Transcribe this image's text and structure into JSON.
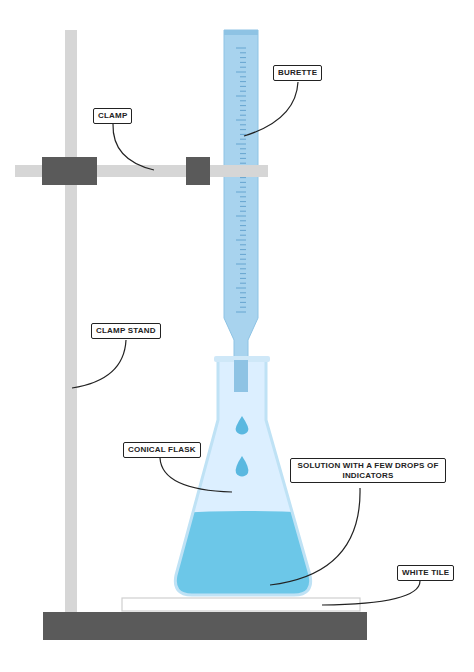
{
  "diagram": {
    "nodes": [
      {
        "text": [
          "BURETTE"
        ]
      },
      {
        "text": [
          "CLAMP"
        ]
      },
      {
        "text": [
          "CLAMP STAND"
        ]
      },
      {
        "text": [
          "CONICAL FLASK"
        ]
      },
      {
        "text": [
          "SOLUTION WITH A FEW DROPS OF INDICATORS"
        ]
      },
      {
        "text": [
          "WHITE TILE"
        ]
      }
    ]
  }
}
